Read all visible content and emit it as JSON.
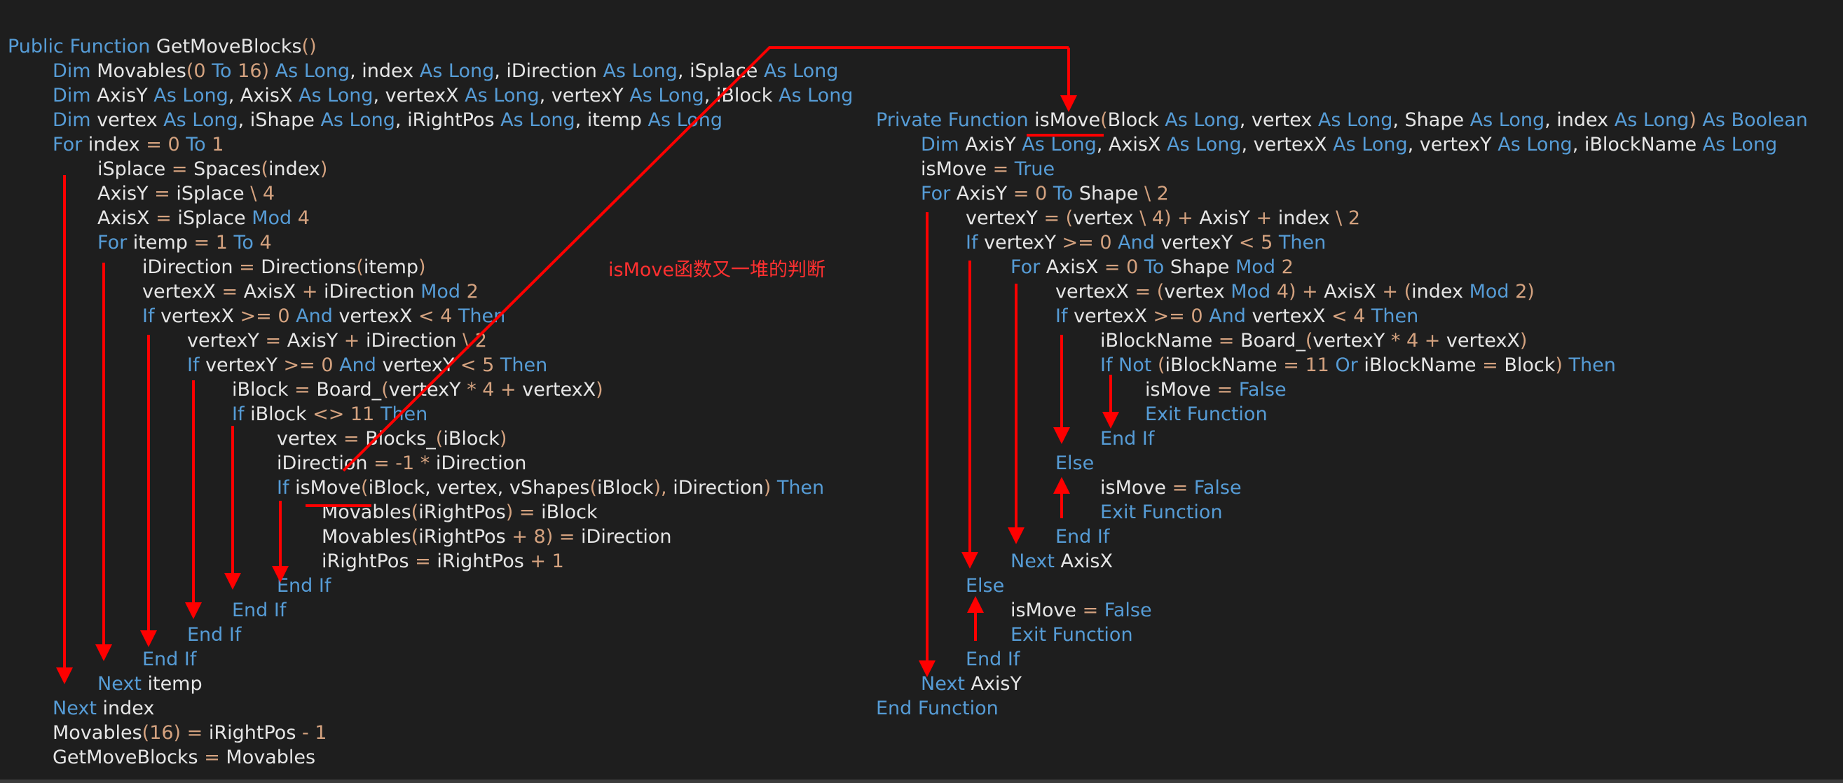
{
  "annotation": "isMove函数又一堆的判断",
  "colors": {
    "keyword": "#569cd6",
    "operator": "#d4a27f",
    "identifier": "#e6e6e6",
    "arrow": "#ff0000",
    "background": "#1e1e1e"
  },
  "left_code": [
    [
      [
        "kw",
        "Public Function "
      ],
      [
        "id",
        "GetMoveBlocks"
      ],
      [
        "op",
        "()"
      ]
    ],
    [
      [
        "kw",
        "Dim "
      ],
      [
        "id",
        "Movables"
      ],
      [
        "op",
        "(0 "
      ],
      [
        "kw",
        "To "
      ],
      [
        "op",
        "16) "
      ],
      [
        "kw",
        "As Long"
      ],
      [
        "id",
        ", index "
      ],
      [
        "kw",
        "As Long"
      ],
      [
        "id",
        ", iDirection "
      ],
      [
        "kw",
        "As Long"
      ],
      [
        "id",
        ", iSplace "
      ],
      [
        "kw",
        "As Long"
      ]
    ],
    [
      [
        "kw",
        "Dim "
      ],
      [
        "id",
        "AxisY "
      ],
      [
        "kw",
        "As Long"
      ],
      [
        "id",
        ", AxisX "
      ],
      [
        "kw",
        "As Long"
      ],
      [
        "id",
        ", vertexX "
      ],
      [
        "kw",
        "As Long"
      ],
      [
        "id",
        ", vertexY "
      ],
      [
        "kw",
        "As Long"
      ],
      [
        "id",
        ", iBlock "
      ],
      [
        "kw",
        "As Long"
      ]
    ],
    [
      [
        "kw",
        "Dim "
      ],
      [
        "id",
        "vertex "
      ],
      [
        "kw",
        "As Long"
      ],
      [
        "id",
        ", iShape "
      ],
      [
        "kw",
        "As Long"
      ],
      [
        "id",
        ", iRightPos "
      ],
      [
        "kw",
        "As Long"
      ],
      [
        "id",
        ", itemp "
      ],
      [
        "kw",
        "As Long"
      ]
    ],
    [
      [
        "kw",
        "For "
      ],
      [
        "id",
        "index "
      ],
      [
        "op",
        "= 0 "
      ],
      [
        "kw",
        "To "
      ],
      [
        "op",
        "1"
      ]
    ],
    [
      [
        "id",
        "iSplace "
      ],
      [
        "op",
        "= "
      ],
      [
        "id",
        "Spaces"
      ],
      [
        "op",
        "("
      ],
      [
        "id",
        "index"
      ],
      [
        "op",
        ")"
      ]
    ],
    [
      [
        "id",
        "AxisY "
      ],
      [
        "op",
        "= "
      ],
      [
        "id",
        "iSplace "
      ],
      [
        "op",
        "\\ 4"
      ]
    ],
    [
      [
        "id",
        "AxisX "
      ],
      [
        "op",
        "= "
      ],
      [
        "id",
        "iSplace "
      ],
      [
        "kw",
        "Mod "
      ],
      [
        "op",
        "4"
      ]
    ],
    [
      [
        "kw",
        "For "
      ],
      [
        "id",
        "itemp "
      ],
      [
        "op",
        "= 1 "
      ],
      [
        "kw",
        "To "
      ],
      [
        "op",
        "4"
      ]
    ],
    [
      [
        "id",
        "iDirection "
      ],
      [
        "op",
        "= "
      ],
      [
        "id",
        "Directions"
      ],
      [
        "op",
        "("
      ],
      [
        "id",
        "itemp"
      ],
      [
        "op",
        ")"
      ]
    ],
    [
      [
        "id",
        "vertexX "
      ],
      [
        "op",
        "= "
      ],
      [
        "id",
        "AxisX "
      ],
      [
        "op",
        "+ "
      ],
      [
        "id",
        "iDirection "
      ],
      [
        "kw",
        "Mod "
      ],
      [
        "op",
        "2"
      ]
    ],
    [
      [
        "kw",
        "If "
      ],
      [
        "id",
        "vertexX "
      ],
      [
        "op",
        ">= 0 "
      ],
      [
        "kw",
        "And "
      ],
      [
        "id",
        "vertexX "
      ],
      [
        "op",
        "< 4 "
      ],
      [
        "kw",
        "Then"
      ]
    ],
    [
      [
        "id",
        "vertexY "
      ],
      [
        "op",
        "= "
      ],
      [
        "id",
        "AxisY "
      ],
      [
        "op",
        "+ "
      ],
      [
        "id",
        "iDirection "
      ],
      [
        "op",
        "\\ 2"
      ]
    ],
    [
      [
        "kw",
        "If "
      ],
      [
        "id",
        "vertexY "
      ],
      [
        "op",
        ">= 0 "
      ],
      [
        "kw",
        "And "
      ],
      [
        "id",
        "vertexY "
      ],
      [
        "op",
        "< 5 "
      ],
      [
        "kw",
        "Then"
      ]
    ],
    [
      [
        "id",
        "iBlock "
      ],
      [
        "op",
        "= "
      ],
      [
        "id",
        "Board_"
      ],
      [
        "op",
        "("
      ],
      [
        "id",
        "vertexY "
      ],
      [
        "op",
        "* 4 + "
      ],
      [
        "id",
        "vertexX"
      ],
      [
        "op",
        ")"
      ]
    ],
    [
      [
        "kw",
        "If "
      ],
      [
        "id",
        "iBlock "
      ],
      [
        "op",
        "<> 11 "
      ],
      [
        "kw",
        "Then"
      ]
    ],
    [
      [
        "id",
        "vertex "
      ],
      [
        "op",
        "= "
      ],
      [
        "id",
        "Blocks_"
      ],
      [
        "op",
        "("
      ],
      [
        "id",
        "iBlock"
      ],
      [
        "op",
        ")"
      ]
    ],
    [
      [
        "id",
        "iDirection "
      ],
      [
        "op",
        "= -1 * "
      ],
      [
        "id",
        "iDirection"
      ]
    ],
    [
      [
        "kw",
        "If "
      ],
      [
        "id",
        "isMove"
      ],
      [
        "op",
        "("
      ],
      [
        "id",
        "iBlock, vertex, vShapes"
      ],
      [
        "op",
        "("
      ],
      [
        "id",
        "iBlock"
      ],
      [
        "op",
        "), "
      ],
      [
        "id",
        "iDirection"
      ],
      [
        "op",
        ") "
      ],
      [
        "kw",
        "Then"
      ]
    ],
    [
      [
        "id",
        "Movables"
      ],
      [
        "op",
        "("
      ],
      [
        "id",
        "iRightPos"
      ],
      [
        "op",
        ") = "
      ],
      [
        "id",
        "iBlock"
      ]
    ],
    [
      [
        "id",
        "Movables"
      ],
      [
        "op",
        "("
      ],
      [
        "id",
        "iRightPos "
      ],
      [
        "op",
        "+ 8) = "
      ],
      [
        "id",
        "iDirection"
      ]
    ],
    [
      [
        "id",
        "iRightPos "
      ],
      [
        "op",
        "= "
      ],
      [
        "id",
        "iRightPos "
      ],
      [
        "op",
        "+ 1"
      ]
    ],
    [
      [
        "kw",
        "End If"
      ]
    ],
    [
      [
        "kw",
        "End If"
      ]
    ],
    [
      [
        "kw",
        "End If"
      ]
    ],
    [
      [
        "kw",
        "End If"
      ]
    ],
    [
      [
        "kw",
        "Next "
      ],
      [
        "id",
        "itemp"
      ]
    ],
    [
      [
        "kw",
        "Next "
      ],
      [
        "id",
        "index"
      ]
    ],
    [
      [
        "id",
        "Movables"
      ],
      [
        "op",
        "(16) = "
      ],
      [
        "id",
        "iRightPos "
      ],
      [
        "op",
        "- 1"
      ]
    ],
    [
      [
        "id",
        "GetMoveBlocks "
      ],
      [
        "op",
        "= "
      ],
      [
        "id",
        "Movables"
      ]
    ]
  ],
  "right_code": [
    [
      [
        "kw",
        "Private Function "
      ],
      [
        "id",
        "isMove"
      ],
      [
        "op",
        "("
      ],
      [
        "id",
        "Block "
      ],
      [
        "kw",
        "As Long"
      ],
      [
        "id",
        ", vertex "
      ],
      [
        "kw",
        "As Long"
      ],
      [
        "id",
        ", Shape "
      ],
      [
        "kw",
        "As Long"
      ],
      [
        "id",
        ", index "
      ],
      [
        "kw",
        "As Long"
      ],
      [
        "op",
        ") "
      ],
      [
        "kw",
        "As Boolean"
      ]
    ],
    [
      [
        "kw",
        "Dim "
      ],
      [
        "id",
        "AxisY "
      ],
      [
        "kw",
        "As Long"
      ],
      [
        "id",
        ", AxisX "
      ],
      [
        "kw",
        "As Long"
      ],
      [
        "id",
        ", vertexX "
      ],
      [
        "kw",
        "As Long"
      ],
      [
        "id",
        ", vertexY "
      ],
      [
        "kw",
        "As Long"
      ],
      [
        "id",
        ", iBlockName "
      ],
      [
        "kw",
        "As Long"
      ]
    ],
    [
      [
        "id",
        "isMove "
      ],
      [
        "op",
        "= "
      ],
      [
        "kw",
        "True"
      ]
    ],
    [
      [
        "kw",
        "For "
      ],
      [
        "id",
        "AxisY "
      ],
      [
        "op",
        "= 0 "
      ],
      [
        "kw",
        "To "
      ],
      [
        "id",
        "Shape "
      ],
      [
        "op",
        "\\ 2"
      ]
    ],
    [
      [
        "id",
        "vertexY "
      ],
      [
        "op",
        "= ("
      ],
      [
        "id",
        "vertex "
      ],
      [
        "op",
        "\\ 4) + "
      ],
      [
        "id",
        "AxisY "
      ],
      [
        "op",
        "+ "
      ],
      [
        "id",
        "index "
      ],
      [
        "op",
        "\\ 2"
      ]
    ],
    [
      [
        "kw",
        "If "
      ],
      [
        "id",
        "vertexY "
      ],
      [
        "op",
        ">= 0 "
      ],
      [
        "kw",
        "And "
      ],
      [
        "id",
        "vertexY "
      ],
      [
        "op",
        "< 5 "
      ],
      [
        "kw",
        "Then"
      ]
    ],
    [
      [
        "kw",
        "For "
      ],
      [
        "id",
        "AxisX "
      ],
      [
        "op",
        "= 0 "
      ],
      [
        "kw",
        "To "
      ],
      [
        "id",
        "Shape "
      ],
      [
        "kw",
        "Mod "
      ],
      [
        "op",
        "2"
      ]
    ],
    [
      [
        "id",
        "vertexX "
      ],
      [
        "op",
        "= ("
      ],
      [
        "id",
        "vertex "
      ],
      [
        "kw",
        "Mod "
      ],
      [
        "op",
        "4) + "
      ],
      [
        "id",
        "AxisX "
      ],
      [
        "op",
        "+ ("
      ],
      [
        "id",
        "index "
      ],
      [
        "kw",
        "Mod "
      ],
      [
        "op",
        "2)"
      ]
    ],
    [
      [
        "kw",
        "If "
      ],
      [
        "id",
        "vertexX "
      ],
      [
        "op",
        ">= 0 "
      ],
      [
        "kw",
        "And "
      ],
      [
        "id",
        "vertexX "
      ],
      [
        "op",
        "< 4 "
      ],
      [
        "kw",
        "Then"
      ]
    ],
    [
      [
        "id",
        "iBlockName "
      ],
      [
        "op",
        "= "
      ],
      [
        "id",
        "Board_"
      ],
      [
        "op",
        "("
      ],
      [
        "id",
        "vertexY "
      ],
      [
        "op",
        "* 4 + "
      ],
      [
        "id",
        "vertexX"
      ],
      [
        "op",
        ")"
      ]
    ],
    [
      [
        "kw",
        "If Not "
      ],
      [
        "op",
        "("
      ],
      [
        "id",
        "iBlockName "
      ],
      [
        "op",
        "= 11 "
      ],
      [
        "kw",
        "Or "
      ],
      [
        "id",
        "iBlockName "
      ],
      [
        "op",
        "= "
      ],
      [
        "id",
        "Block"
      ],
      [
        "op",
        ") "
      ],
      [
        "kw",
        "Then"
      ]
    ],
    [
      [
        "id",
        "isMove "
      ],
      [
        "op",
        "= "
      ],
      [
        "kw",
        "False"
      ]
    ],
    [
      [
        "kw",
        "Exit Function"
      ]
    ],
    [
      [
        "kw",
        "End If"
      ]
    ],
    [
      [
        "kw",
        "Else"
      ]
    ],
    [
      [
        "id",
        "isMove "
      ],
      [
        "op",
        "= "
      ],
      [
        "kw",
        "False"
      ]
    ],
    [
      [
        "kw",
        "Exit Function"
      ]
    ],
    [
      [
        "kw",
        "End If"
      ]
    ],
    [
      [
        "kw",
        "Next "
      ],
      [
        "id",
        "AxisX"
      ]
    ],
    [
      [
        "kw",
        "Else"
      ]
    ],
    [
      [
        "id",
        "isMove "
      ],
      [
        "op",
        "= "
      ],
      [
        "kw",
        "False"
      ]
    ],
    [
      [
        "kw",
        "Exit Function"
      ]
    ],
    [
      [
        "kw",
        "End If"
      ]
    ],
    [
      [
        "kw",
        "Next "
      ],
      [
        "id",
        "AxisY"
      ]
    ],
    [
      [
        "kw",
        "End Function"
      ]
    ]
  ]
}
